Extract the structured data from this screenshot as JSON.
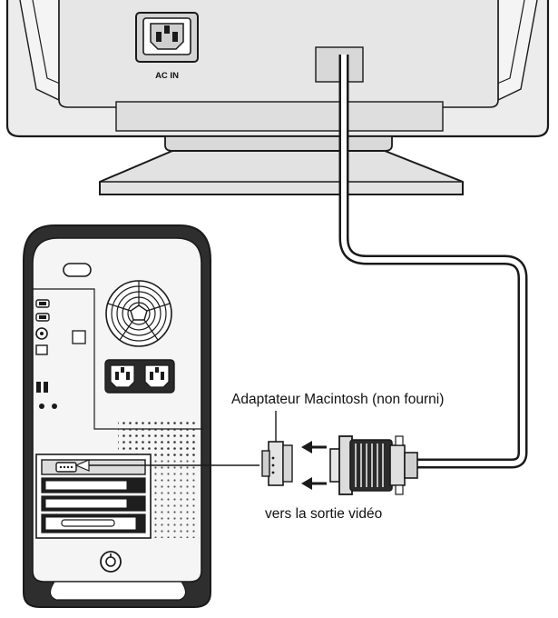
{
  "monitor": {
    "port_label": "AC  IN"
  },
  "labels": {
    "adapter": "Adaptateur Macintosh (non fourni)",
    "video_output": "vers la sortie vidéo"
  },
  "colors": {
    "line": "#1a1a1a",
    "light_gray": "#d6d6d6",
    "mid_gray": "#9a9a9a",
    "dark": "#2b2b2b",
    "background": "#ffffff"
  }
}
